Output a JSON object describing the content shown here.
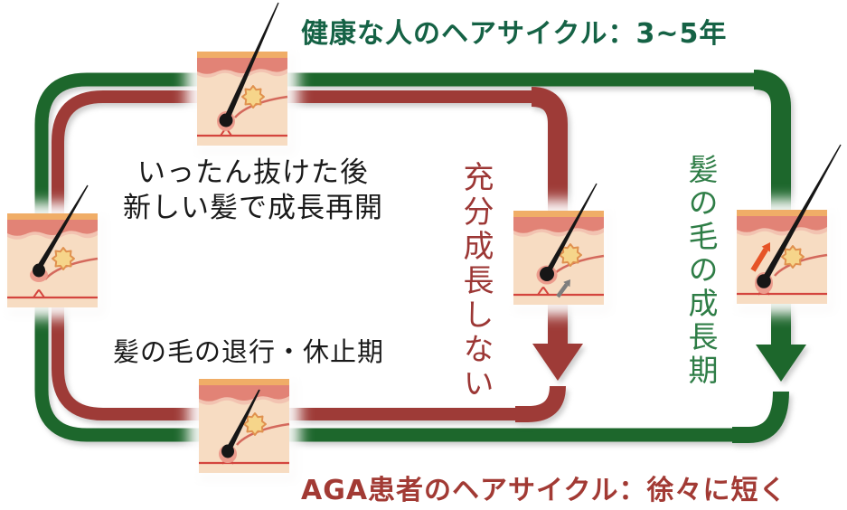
{
  "diagram": {
    "title_healthy": "健康な人のヘアサイクル：3~5年",
    "title_aga": "AGA患者のヘアサイクル：徐々に短く",
    "label_regrow_line1": "いったん抜けた後",
    "label_regrow_line2": "新しい髪で成長再開",
    "label_resting": "髪の毛の退行・休止期",
    "label_no_growth": "充分成長しない",
    "label_growth": "髪の毛の成長期"
  },
  "colors": {
    "healthy_loop_green": "#1d672c",
    "healthy_title_green": "#156245",
    "growth_text_green": "#2e7d46",
    "aga_loop_red": "#9e3b37",
    "aga_title_red": "#a23a34",
    "no_growth_text_red": "#9c3735",
    "skin_base": "#f7dcc2",
    "skin_surface": "#f0ad67",
    "dermis_band": "#e28376",
    "gland_yellow": "#f6d58a",
    "vessel_red": "#d4453e",
    "stunted_arrow_gray": "#7d7d7d",
    "growth_arrow_orange": "#e65427"
  },
  "icons": {
    "follicle_regrowth": "hair-follicle-regrowth-icon",
    "follicle_shed": "hair-follicle-shed-icon",
    "follicle_stunted": "hair-follicle-stunted-icon",
    "follicle_growing": "hair-follicle-growing-icon",
    "follicle_resting": "hair-follicle-resting-icon",
    "arrow_aga_down": "red-arrow-down-icon",
    "arrow_healthy_down": "green-arrow-down-icon",
    "arrow_stunted_up": "gray-arrow-up-icon",
    "arrow_growth_up": "orange-arrow-up-icon"
  }
}
